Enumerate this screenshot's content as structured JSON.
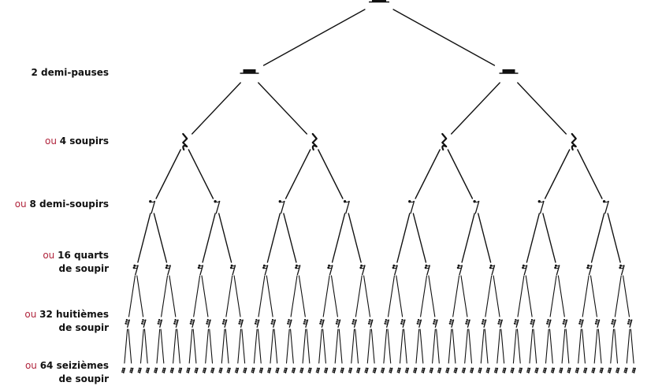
{
  "colors": {
    "ink": "#111111",
    "prefix": "#b0243c",
    "background": "#ffffff"
  },
  "levels": [
    {
      "count": 1,
      "prefix": "",
      "line1": "",
      "line2": "",
      "symbol": "pause"
    },
    {
      "count": 2,
      "prefix": "",
      "line1": "2 demi-pauses",
      "line2": "",
      "symbol": "demi-pause"
    },
    {
      "count": 4,
      "prefix": "ou ",
      "line1": "4 soupirs",
      "line2": "",
      "symbol": "soupir"
    },
    {
      "count": 8,
      "prefix": "ou ",
      "line1": "8 demi-soupirs",
      "line2": "",
      "symbol": "demi-soupir"
    },
    {
      "count": 16,
      "prefix": "ou ",
      "line1": "16 quarts",
      "line2": "de soupir",
      "symbol": "quart-de-soupir"
    },
    {
      "count": 32,
      "prefix": "ou ",
      "line1": "32 huitièmes",
      "line2": "de soupir",
      "symbol": "huitieme-de-soupir"
    },
    {
      "count": 64,
      "prefix": "ou ",
      "line1": "64 seizièmes",
      "line2": "de soupir",
      "symbol": "seizieme-de-soupir"
    }
  ]
}
